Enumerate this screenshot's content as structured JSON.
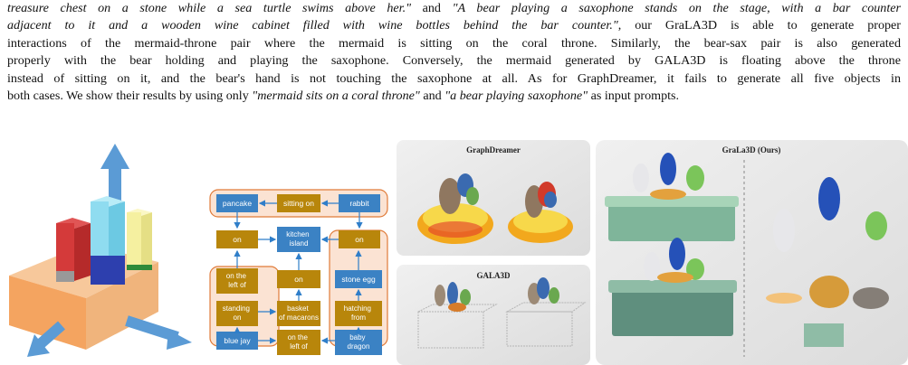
{
  "paragraph": {
    "lines": [
      {
        "segments": [
          {
            "t": "treasure chest on a stone while a sea turtle swims above her.\"",
            "i": true
          },
          {
            "t": " and ",
            "i": false
          },
          {
            "t": "\"A bear playing a saxophone stands on the stage, with a bar counter",
            "i": true
          }
        ]
      },
      {
        "segments": [
          {
            "t": "adjacent to it and a wooden wine cabinet filled with wine bottles behind the bar counter.\"",
            "i": true
          },
          {
            "t": ", our GraLA3D is able to generate proper",
            "i": false
          }
        ]
      },
      {
        "segments": [
          {
            "t": "interactions of the mermaid-throne pair where the mermaid is sitting on the coral throne. Similarly, the bear-sax pair is also generated",
            "i": false
          }
        ]
      },
      {
        "segments": [
          {
            "t": "properly with the bear holding and playing the saxophone. Conversely, the mermaid generated by GALA3D is floating above the throne",
            "i": false
          }
        ]
      },
      {
        "segments": [
          {
            "t": "instead of sitting on it, and the bear's hand is not touching the saxophone at all. As for GraphDreamer, it fails to generate all five objects in",
            "i": false
          }
        ]
      },
      {
        "segments": [
          {
            "t": "both cases. We show their results by using only ",
            "i": false
          },
          {
            "t": "\"mermaid sits on a coral throne\"",
            "i": true
          },
          {
            "t": " and ",
            "i": false
          },
          {
            "t": "\"a bear playing saxophone\"",
            "i": true
          },
          {
            "t": " as input prompts.",
            "i": false
          }
        ]
      }
    ]
  },
  "graph": {
    "nodes": {
      "pancake": "pancake",
      "sitting_on": "sitting on",
      "rabbit": "rabbit",
      "on_left": "on",
      "kitchen_island": "kitchen island",
      "on_right": "on",
      "on_the_left_of_1": "on the left of",
      "on_center": "on",
      "stone_egg": "stone egg",
      "standing_on": "standing on",
      "basket_of_macarons": "basket of macarons",
      "hatching_from": "hatching from",
      "blue_jay": "blue jay",
      "on_the_left_of_2": "on the left of",
      "baby_dragon": "baby dragon"
    }
  },
  "panels": {
    "graphdreamer_title": "GraphDreamer",
    "gala3d_title": "GALA3D",
    "grala3d_title": "GraLa3D (Ours)"
  },
  "colors": {
    "object_node": "#3b82c4",
    "relation_node": "#b8860b",
    "group_fill": "#fbe3d3",
    "group_border": "#e07b39",
    "arrow_blue": "#2f7ec9"
  }
}
